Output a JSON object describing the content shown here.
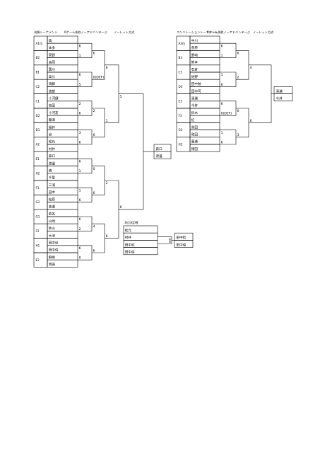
{
  "main": {
    "title": "決勝トーナメント",
    "format": "6ゲーム先取ノーアドバンテージ",
    "method": "ノーレット方式",
    "slots": [
      {
        "seed": "A1位",
        "players": [
          "森",
          "本多"
        ]
      },
      {
        "seed": "B2",
        "players": [
          "菅野",
          "高岡"
        ]
      },
      {
        "seed": "B1",
        "players": [
          "薫川",
          "高川"
        ]
      },
      {
        "seed": "C2",
        "players": [
          "須藤",
          "渡部"
        ]
      },
      {
        "seed": "C1",
        "players": [
          "十河健",
          "高田"
        ]
      },
      {
        "seed": "D2",
        "players": [
          "十河友",
          "鷲澤"
        ]
      },
      {
        "seed": "D1",
        "players": [
          "福井",
          "谷"
        ]
      },
      {
        "seed": "A2",
        "players": [
          "松元",
          "村井"
        ]
      },
      {
        "seed": "E1",
        "players": [
          "森口",
          "渡邊"
        ]
      },
      {
        "seed": "H2",
        "players": [
          "嶋",
          "千葉"
        ]
      },
      {
        "seed": "F1",
        "players": [
          "三浦",
          "田中"
        ]
      },
      {
        "seed": "G2",
        "players": [
          "松原",
          "楽瀬"
        ]
      },
      {
        "seed": "G1",
        "players": [
          "助名",
          "山崎"
        ]
      },
      {
        "seed": "F2",
        "players": [
          "秋山",
          "大池"
        ]
      },
      {
        "seed": "H1",
        "players": [
          "田中稔",
          "田中倫"
        ]
      },
      {
        "seed": "E2",
        "players": [
          "蘇嶋",
          "岡田"
        ]
      }
    ],
    "r1_scores": [
      "6",
      "1",
      "6",
      "5",
      "2",
      "6",
      "3",
      "6",
      "6",
      "1",
      "1",
      "6",
      "6",
      "2",
      "6",
      "0"
    ],
    "r2_scores": [
      "6",
      "0(DEF)",
      "2",
      "6",
      "0",
      "6",
      "4",
      "6"
    ],
    "r3_scores": [
      "6",
      "1",
      "2",
      "6"
    ],
    "final_scores": [
      "5",
      "6"
    ],
    "winners": [
      "森口",
      "渡邊"
    ]
  },
  "third": {
    "title": "3位決定戦",
    "pair_a": [
      "松元",
      "村井"
    ],
    "pair_b": [
      "田中稔",
      "田中倫"
    ],
    "scores": [
      "4",
      "6"
    ],
    "winners": [
      "田中稔",
      "田中倫"
    ]
  },
  "consolation": {
    "title": "コンソレーショントーナメント",
    "format": "6ゲーム先取ノーアドバンテージ",
    "method": "ノーレット方式",
    "slots": [
      {
        "seed": "A3位",
        "players": [
          "中川",
          "菅原"
        ]
      },
      {
        "seed": "B3",
        "players": [
          "野崎",
          "熊本"
        ]
      },
      {
        "seed": "C3",
        "players": [
          "石倉",
          "佐野"
        ]
      },
      {
        "seed": "D3",
        "players": [
          "田中勉",
          "田中司"
        ]
      },
      {
        "seed": "E3",
        "players": [
          "湊瀬",
          "今井"
        ]
      },
      {
        "seed": "F3",
        "players": [
          "鈴木",
          "紅"
        ]
      },
      {
        "seed": "G3",
        "players": [
          "黒田",
          "和田"
        ]
      },
      {
        "seed": "H3",
        "players": [
          "藤瀬",
          "猪田"
        ]
      }
    ],
    "r1_scores": [
      "6",
      "1",
      "1",
      "6",
      "6",
      "0(DEF)",
      "1",
      "6"
    ],
    "r2_scores": [
      "6",
      "2",
      "6",
      "3"
    ],
    "final_scores": [
      "4",
      "6"
    ],
    "winners": [
      "湊瀬",
      "今井"
    ]
  }
}
